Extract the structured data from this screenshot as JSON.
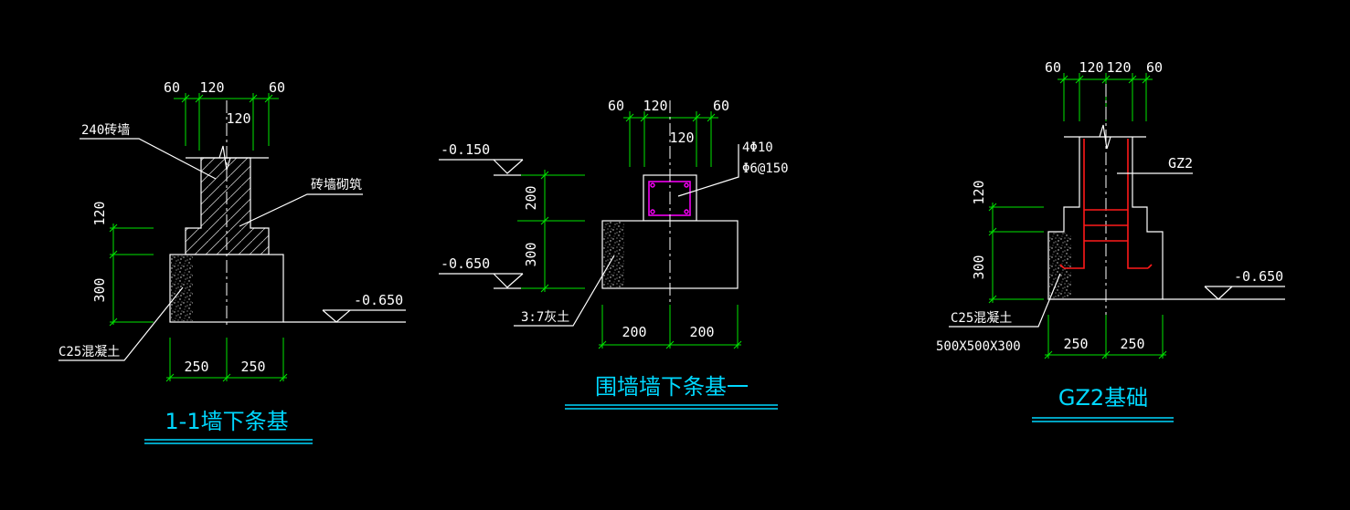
{
  "colors": {
    "background": "#000000",
    "dimension": "#00e600",
    "outline": "#ffffff",
    "title": "#00d8ff",
    "rebar": "#ff1a1a",
    "stirrup": "#ff00ff"
  },
  "s1": {
    "dims_top": [
      "60",
      "120",
      "60"
    ],
    "dim_mid": "120",
    "dim_120": "120",
    "dim_300": "300",
    "dims_bot": [
      "250",
      "250"
    ],
    "lbl_wall": "240砖墙",
    "lbl_brick": "砖墙砌筑",
    "lbl_concrete": "C25混凝土",
    "elev": "-0.650",
    "title": "1-1墙下条基"
  },
  "s2": {
    "dims_top": [
      "60",
      "120",
      "60"
    ],
    "dim_mid": "120",
    "dim_200": "200",
    "dim_300": "300",
    "dims_bot": [
      "200",
      "200"
    ],
    "lbl_rebar1": "4Φ10",
    "lbl_rebar2": "Φ6@150",
    "lbl_soil": "3:7灰土",
    "elev_top": "-0.150",
    "elev_bot": "-0.650",
    "title": "围墙墙下条基一"
  },
  "s3": {
    "dims_top": [
      "60",
      "120",
      "120",
      "60"
    ],
    "dim_120": "120",
    "dim_300": "300",
    "dims_bot": [
      "250",
      "250"
    ],
    "lbl_gz": "GZ2",
    "lbl_concrete": "C25混凝土",
    "lbl_size": "500X500X300",
    "elev": "-0.650",
    "title": "GZ2基础"
  }
}
